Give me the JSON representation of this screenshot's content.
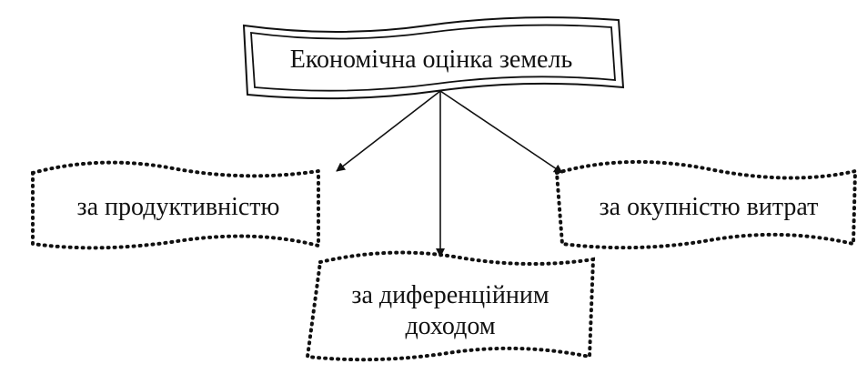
{
  "diagram": {
    "root": {
      "label": "Економічна оцінка земель"
    },
    "children": [
      {
        "id": "left",
        "label": "за продуктивністю"
      },
      {
        "id": "middle",
        "label_line1": "за диференційним",
        "label_line2": "доходом"
      },
      {
        "id": "right",
        "label": "за окупністю витрат"
      }
    ]
  }
}
